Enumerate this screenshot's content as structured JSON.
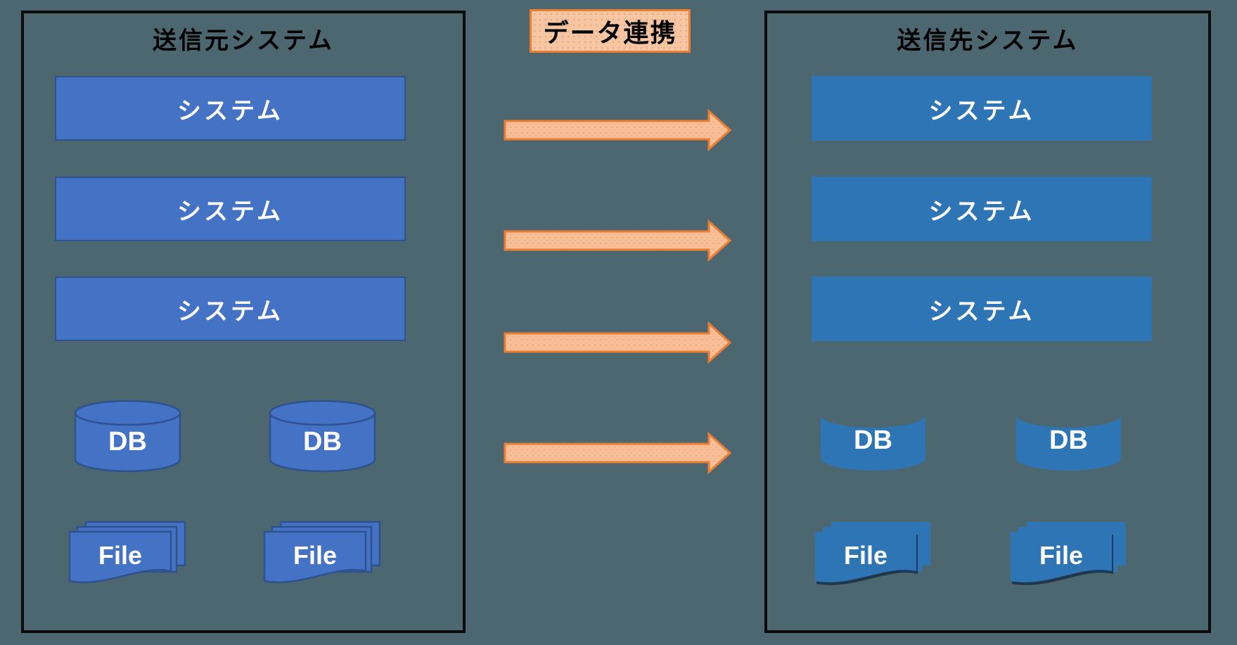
{
  "colors": {
    "background": "#4C6770",
    "line_black": "#0b0b0b",
    "source_fill": "#4472C4",
    "source_stroke": "#2F528F",
    "target_fill": "#2E75B6",
    "orange_stroke": "#ED7D31",
    "orange_fill": "#F7BE97",
    "orange_dot": "#ECA474",
    "label_fill": "#F6C6A3",
    "text_white": "#FFFFFF",
    "text_black": "#000000"
  },
  "source_panel": {
    "title": "送信元システム",
    "systems": [
      "システム",
      "システム",
      "システム"
    ],
    "databases": [
      "DB",
      "DB"
    ],
    "files": [
      "File",
      "File"
    ]
  },
  "connector": {
    "label": "データ連携",
    "arrow_count": 4
  },
  "target_panel": {
    "title": "送信先システム",
    "systems": [
      "システム",
      "システム",
      "システム"
    ],
    "databases": [
      "DB",
      "DB"
    ],
    "files": [
      "File",
      "File"
    ]
  }
}
